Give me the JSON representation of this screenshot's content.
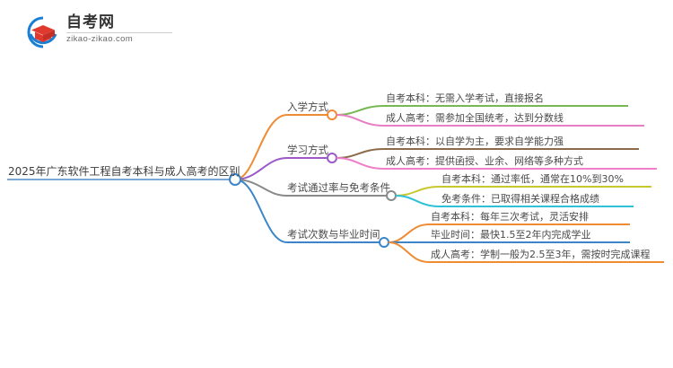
{
  "logo": {
    "mark_icon": "graduation-cap-icon",
    "title": "自考网",
    "subtitle": "zikao-zikao.com",
    "colors": {
      "ring": "#1a7fd4",
      "cap": "#e0392e",
      "cap_dark": "#c62f26"
    }
  },
  "mindmap": {
    "root": {
      "label": "2025年广东软件工程自考本科与成人高考的区别",
      "underline_color": "#7ea6d9"
    },
    "branches": [
      {
        "label": "入学方式",
        "edge_color": "#ef8b33",
        "underline_color": "#ef8b33",
        "children": [
          {
            "label": "自考本科：无需入学考试，直接报名",
            "edge_color": "#76b852"
          },
          {
            "label": "成人高考：需参加全国统考，达到分数线",
            "edge_color": "#e87fc4"
          }
        ]
      },
      {
        "label": "学习方式",
        "edge_color": "#9b59c9",
        "underline_color": "#9b59c9",
        "children": [
          {
            "label": "自考本科：以自学为主，要求自学能力强",
            "edge_color": "#8b6b4a"
          },
          {
            "label": "成人高考：提供函授、业余、网络等多种方式",
            "edge_color": "#ef7fc9"
          }
        ]
      },
      {
        "label": "考试通过率与免考条件",
        "edge_color": "#8a8a8a",
        "underline_color": "#8a8a8a",
        "children": [
          {
            "label": "自考本科：通过率低，通常在10%到30%",
            "edge_color": "#c9c72e"
          },
          {
            "label": "免考条件：已取得相关课程合格成绩",
            "edge_color": "#2ec2d8"
          }
        ]
      },
      {
        "label": "考试次数与毕业时间",
        "edge_color": "#3c86c8",
        "underline_color": "#3c86c8",
        "children": [
          {
            "label": "自考本科：每年三次考试，灵活安排",
            "edge_color": "#ef8b33"
          },
          {
            "label": "毕业时间：最快1.5至2年内完成学业",
            "edge_color": "#3c86c8"
          },
          {
            "label": "成人高考：学制一般为2.5至3年，需按时完成课程",
            "edge_color": "#ef8b33"
          }
        ]
      }
    ]
  }
}
